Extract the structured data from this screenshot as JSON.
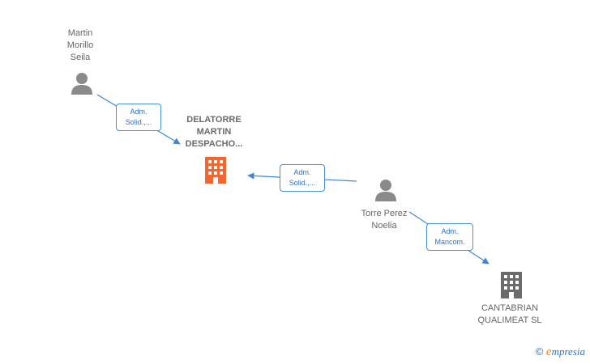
{
  "nodes": {
    "person_martin": {
      "label": "Martin\nMorillo\nSeila",
      "icon": "person-icon"
    },
    "company_delatorre": {
      "label": "DELATORRE\nMARTIN\nDESPACHO...",
      "icon": "building-icon",
      "color": "#f26631"
    },
    "person_torre": {
      "label": "Torre Perez\nNoelia",
      "icon": "person-icon"
    },
    "company_cantabrian": {
      "label": "CANTABRIAN\nQUALIMEAT  SL",
      "icon": "building-icon",
      "color": "#6b6b6b"
    }
  },
  "edges": {
    "martin_to_delatorre": {
      "label": "Adm.\nSolid.,..."
    },
    "torre_to_delatorre": {
      "label": "Adm.\nSolid.,..."
    },
    "torre_to_cantabrian": {
      "label": "Adm.\nMancom."
    }
  },
  "colors": {
    "link": "#3f86d8",
    "person": "#8a8a8a"
  },
  "watermark": {
    "copyright": "©",
    "brand_e": "e",
    "brand_rest": "mpresia"
  }
}
